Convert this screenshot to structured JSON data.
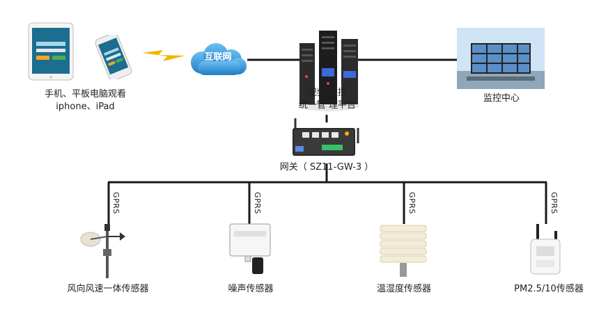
{
  "top": {
    "mobile_label_line1": "手机、平板电脑观看",
    "mobile_label_line2": "iphone、iPad",
    "cloud_label": "互联网",
    "platform_label_line1": "视频 监控",
    "platform_label_line2": "统一管 理平台",
    "center_label": "监控中心"
  },
  "gateway": {
    "label": "网关（ SZ11-GW-3 ）"
  },
  "link_label": "GPRS",
  "sensors": [
    {
      "label": "风向风速一体传感器"
    },
    {
      "label": "噪声传感器"
    },
    {
      "label": "温湿度传感器"
    },
    {
      "label": "PM2.5/10传感器"
    }
  ],
  "colors": {
    "line": "#1a1a1a",
    "cloud": "#2e8fd6",
    "bolt": "#f5b400"
  }
}
